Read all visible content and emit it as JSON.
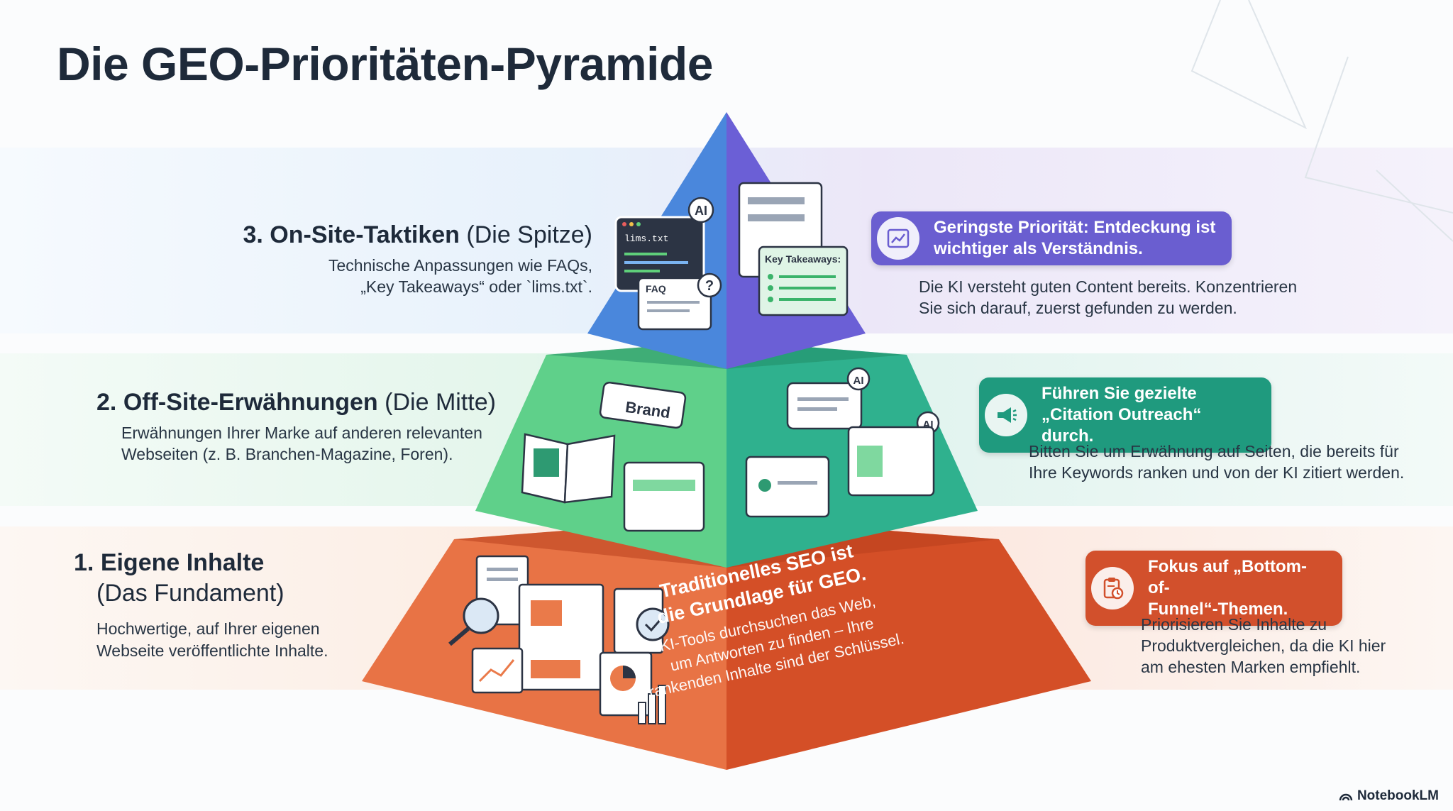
{
  "title": "Die GEO-Prioritäten-Pyramide",
  "colors": {
    "top_left": "#4a87dc",
    "top_right": "#6b5fd6",
    "mid_left": "#5fd08a",
    "mid_right": "#2fb18e",
    "bot_left": "#e87345",
    "bot_right": "#d44f27"
  },
  "levels": [
    {
      "number": "3.",
      "title": "On-Site-Taktiken",
      "subtitle": "(Die Spitze)",
      "description_lines": [
        "Technische Anpassungen wie FAQs,",
        "„Key Takeaways“ oder `lims.txt`."
      ],
      "badge_icon": "chart-trend-icon",
      "badge_lines": [
        "Geringste Priorität: Entdeckung ist",
        "wichtiger als Verständnis."
      ],
      "detail_lines": [
        "Die KI versteht guten Content bereits. Konzentrieren",
        "Sie sich darauf, zuerst gefunden zu werden."
      ],
      "illustration_labels": {
        "code_window": "lims.txt",
        "faq": "FAQ",
        "key_takeaways": "Key Takeaways:",
        "ai_badge": "AI",
        "question_badge": "?"
      }
    },
    {
      "number": "2.",
      "title": "Off-Site-Erwähnungen",
      "subtitle": "(Die Mitte)",
      "description_lines": [
        "Erwähnungen Ihrer Marke auf anderen relevanten",
        "Webseiten (z. B. Branchen-Magazine, Foren)."
      ],
      "badge_icon": "megaphone-icon",
      "badge_lines": [
        "Führen Sie gezielte",
        "„Citation Outreach“ durch."
      ],
      "detail_lines": [
        "Bitten Sie um Erwähnung auf Seiten, die bereits für",
        "Ihre Keywords ranken und von der KI zitiert werden."
      ],
      "illustration_labels": {
        "brand_tag": "Brand",
        "ai_badge": "AI"
      }
    },
    {
      "number": "1.",
      "title": "Eigene Inhalte",
      "subtitle": "(Das Fundament)",
      "description_lines": [
        "Hochwertige, auf Ihrer eigenen",
        "Webseite veröffentlichte Inhalte."
      ],
      "badge_icon": "clipboard-clock-icon",
      "badge_lines": [
        "Fokus auf „Bottom-of-",
        "Funnel“-Themen."
      ],
      "detail_lines": [
        "Priorisieren Sie Inhalte zu",
        "Produktvergleichen, da die KI hier",
        "am ehesten Marken empfiehlt."
      ],
      "center_heading_lines": [
        "Traditionelles SEO ist",
        "die Grundlage für GEO."
      ],
      "center_body_lines": [
        "KI-Tools durchsuchen das Web,",
        "um Antworten zu finden – Ihre",
        "rankenden Inhalte sind der Schlüssel."
      ]
    }
  ],
  "brand": "NotebookLM"
}
